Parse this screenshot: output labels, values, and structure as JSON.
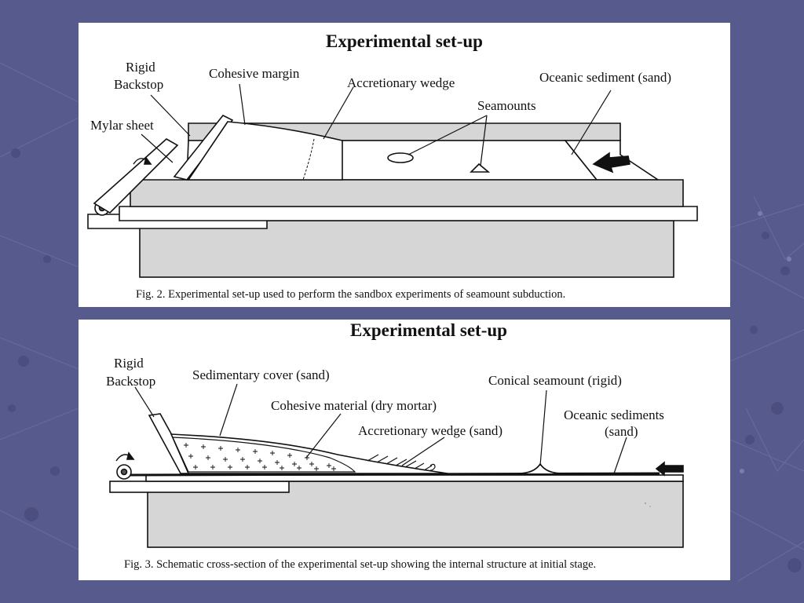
{
  "fig2": {
    "title": "Experimental set-up",
    "labels": {
      "rigid_backstop_1": "Rigid",
      "rigid_backstop_2": "Backstop",
      "cohesive_margin": "Cohesive margin",
      "accretionary_wedge": "Accretionary wedge",
      "oceanic_sediment": "Oceanic sediment (sand)",
      "seamounts": "Seamounts",
      "mylar_sheet": "Mylar sheet"
    },
    "caption": "Fig. 2. Experimental set-up used to perform the sandbox experiments of seamount subduction."
  },
  "fig3": {
    "title": "Experimental set-up",
    "labels": {
      "rigid_backstop_1": "Rigid",
      "rigid_backstop_2": "Backstop",
      "sedimentary_cover": "Sedimentary cover (sand)",
      "conical_seamount": "Conical seamount (rigid)",
      "cohesive_material": "Cohesive material (dry mortar)",
      "oceanic_sediments_1": "Oceanic sediments",
      "oceanic_sediments_2": "(sand)",
      "accretionary_wedge": "Accretionary wedge (sand)"
    },
    "caption": "Fig. 3. Schematic cross-section of the experimental set-up showing the internal structure at initial stage."
  },
  "colors": {
    "background": "#575a8c",
    "panel": "#ffffff",
    "apparatus_gray": "#d6d6d6",
    "line": "#111111"
  }
}
